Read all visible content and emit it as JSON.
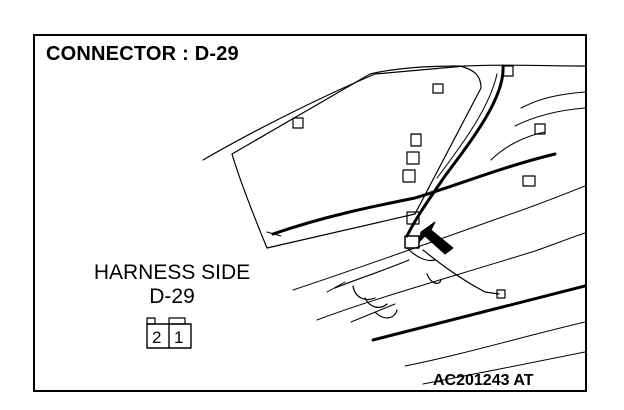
{
  "diagram": {
    "title": "CONNECTOR : D-29",
    "harness_side_label": "HARNESS SIDE",
    "connector_code": "D-29",
    "connector_pins": [
      "2",
      "1"
    ],
    "figure_id": "AC201243 AT"
  }
}
